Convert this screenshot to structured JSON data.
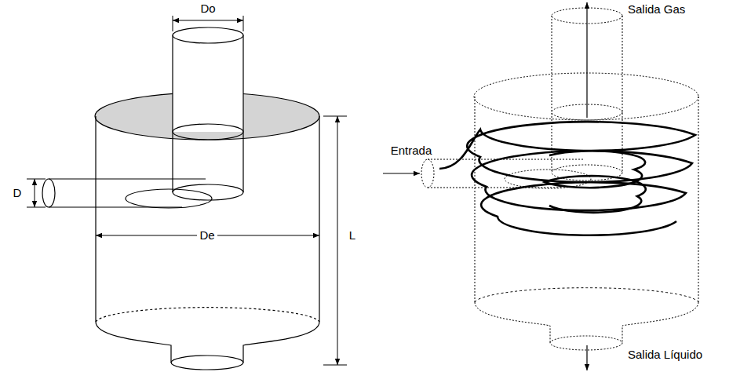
{
  "diagram": {
    "labels": [
      "Do",
      "D",
      "De",
      "L",
      "Salida Gas",
      "Entrada",
      "Salida Líquido"
    ]
  }
}
